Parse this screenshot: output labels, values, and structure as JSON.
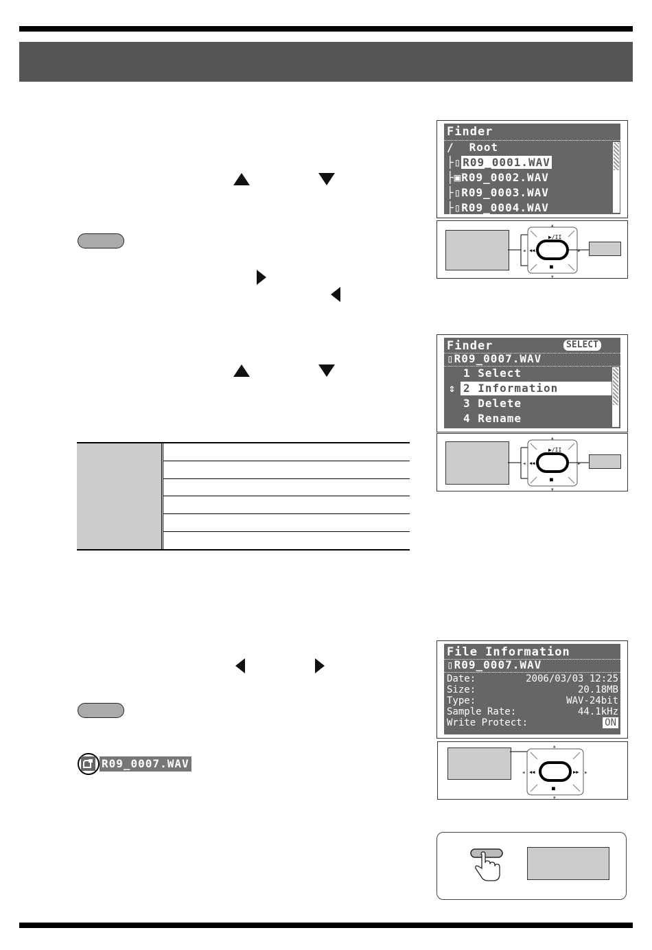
{
  "screens": {
    "finder": {
      "title": "Finder",
      "root_label": "Root",
      "files": [
        "R09_0001.WAV",
        "R09_0002.WAV",
        "R09_0003.WAV",
        "R09_0004.WAV"
      ]
    },
    "finder_menu": {
      "title": "Finder",
      "badge": "SELECT",
      "file": "R09_0007.WAV",
      "items": [
        "1 Select",
        "2 Information",
        "3 Delete",
        "4 Rename"
      ]
    },
    "file_info": {
      "title": "File Information",
      "file": "R09_0007.WAV",
      "rows": [
        {
          "label": "Date:",
          "value": "2006/03/03 12:25"
        },
        {
          "label": "Size:",
          "value": "20.18MB"
        },
        {
          "label": "Type:",
          "value": "WAV-24bit"
        },
        {
          "label": "Sample Rate:",
          "value": "44.1kHz"
        },
        {
          "label": "Write Protect:",
          "value": "ON"
        }
      ]
    }
  },
  "protected_file_label": "R09_0007.WAV",
  "icons": {
    "up": "triangle-up-icon",
    "down": "triangle-down-icon",
    "left": "triangle-left-icon",
    "right": "triangle-right-icon"
  },
  "colors": {
    "lcd_bg": "#666666",
    "banner": "#555555",
    "gray_box": "#cccccc"
  }
}
